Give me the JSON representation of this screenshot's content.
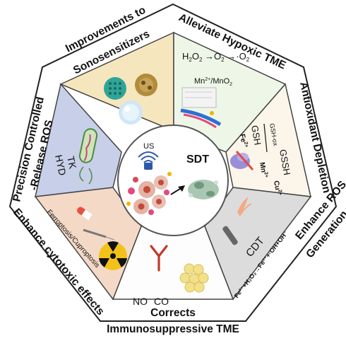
{
  "center": {
    "title": "SDT",
    "us": "US"
  },
  "outer_labels": {
    "top_left": "Improvements to",
    "top_left2": "Sonosensitizers",
    "top_right": "Alleviate Hypoxic TME",
    "right_upper": "Antioxidant Depletion",
    "right_lower": "Enhance ROS",
    "right_lower2": "Generation",
    "bottom": "Corrects",
    "bottom2": "Immunosuppressive TME",
    "left_lower": "Enhance cytotoxic effects",
    "left_upper": "Precision Controlled",
    "left_upper2": "-Release ROS"
  },
  "panels": {
    "hypoxia": {
      "eq_h2o2": "H",
      "mn": "Mn",
      "mno2": "/MnO"
    },
    "antioxidant": {
      "gsh": "GSH",
      "gsh_ox": "GSH-ox",
      "gssh": "GSSH",
      "fe": "Fe",
      "mn": "Mn",
      "cu": "Cu"
    },
    "ros": {
      "cdt": "CDT",
      "fenton": "Fe²⁺+H₂O₂→Fe³⁺+·OH+OH⁻"
    },
    "immune": {
      "no": "NO",
      "co": "CO"
    },
    "cytotoxic": {
      "ferro": "Ferroptosis/Cuproptosis"
    },
    "release": {
      "tk": "TK",
      "hyd": "HYD"
    }
  },
  "colors": {
    "yellow": "#f6e6bd",
    "mint": "#eef7e7",
    "cream": "#fbf5ea",
    "gray": "#dcdcdc",
    "white": "#fdfdfd",
    "peach": "#f4d9c7",
    "lavender": "#c7cfe9",
    "ring": "#ffffff"
  }
}
